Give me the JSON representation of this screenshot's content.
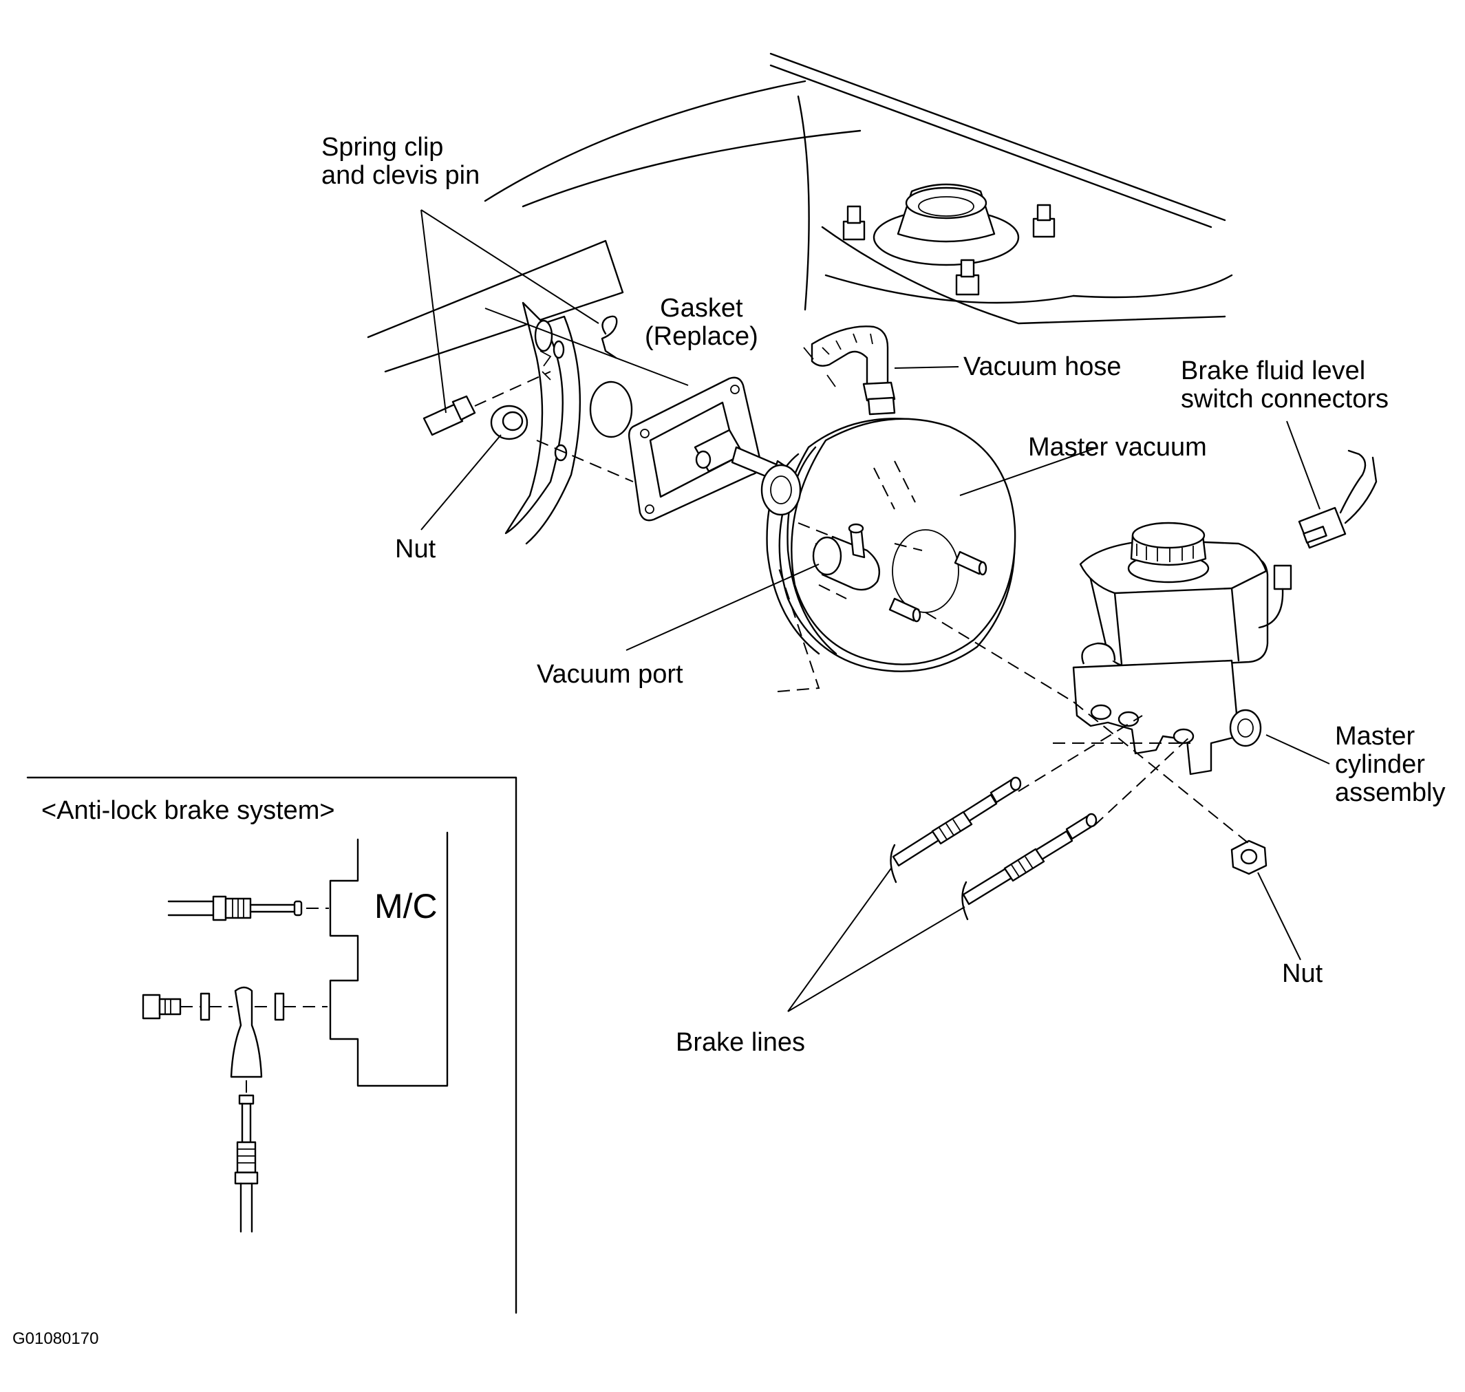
{
  "labels": {
    "spring_clip": [
      "Spring clip",
      "and clevis pin"
    ],
    "gasket": [
      "Gasket",
      "(Replace)"
    ],
    "vacuum_hose": "Vacuum hose",
    "brake_fluid_switch": [
      "Brake fluid level",
      "switch connectors"
    ],
    "master_vacuum": "Master vacuum",
    "nut_left": "Nut",
    "vacuum_port": "Vacuum port",
    "master_cylinder": [
      "Master",
      "cylinder",
      "assembly"
    ],
    "nut_right": "Nut",
    "brake_lines": "Brake lines"
  },
  "inset": {
    "title": "<Anti-lock brake system>",
    "mc_label": "M/C"
  },
  "figure_id": "G01080170"
}
